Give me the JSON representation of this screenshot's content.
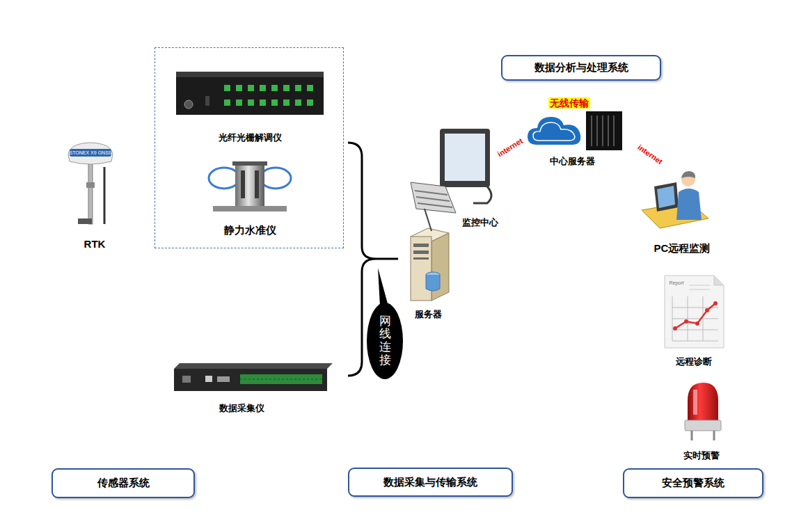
{
  "diagram": {
    "nodes": [
      {
        "text": [
          "光纤光栅解调仪",
          "静力水准仪"
        ]
      },
      {
        "text": [
          "数据分析与处理系统"
        ]
      },
      {
        "text": [
          "网线连接"
        ]
      },
      {
        "text": [
          "传感器系统"
        ]
      },
      {
        "text": [
          "数据采集与传输系统"
        ]
      },
      {
        "text": [
          "安全预警系统"
        ]
      }
    ],
    "labels": [
      "STONEX X9 GNSS",
      "RTK",
      "数据采集仪",
      "服务器",
      "监控中心",
      "internet",
      "无线传输",
      "中心服务器",
      "internet",
      "PC远程监测",
      "Report",
      "远程诊断",
      "实时预警"
    ]
  }
}
